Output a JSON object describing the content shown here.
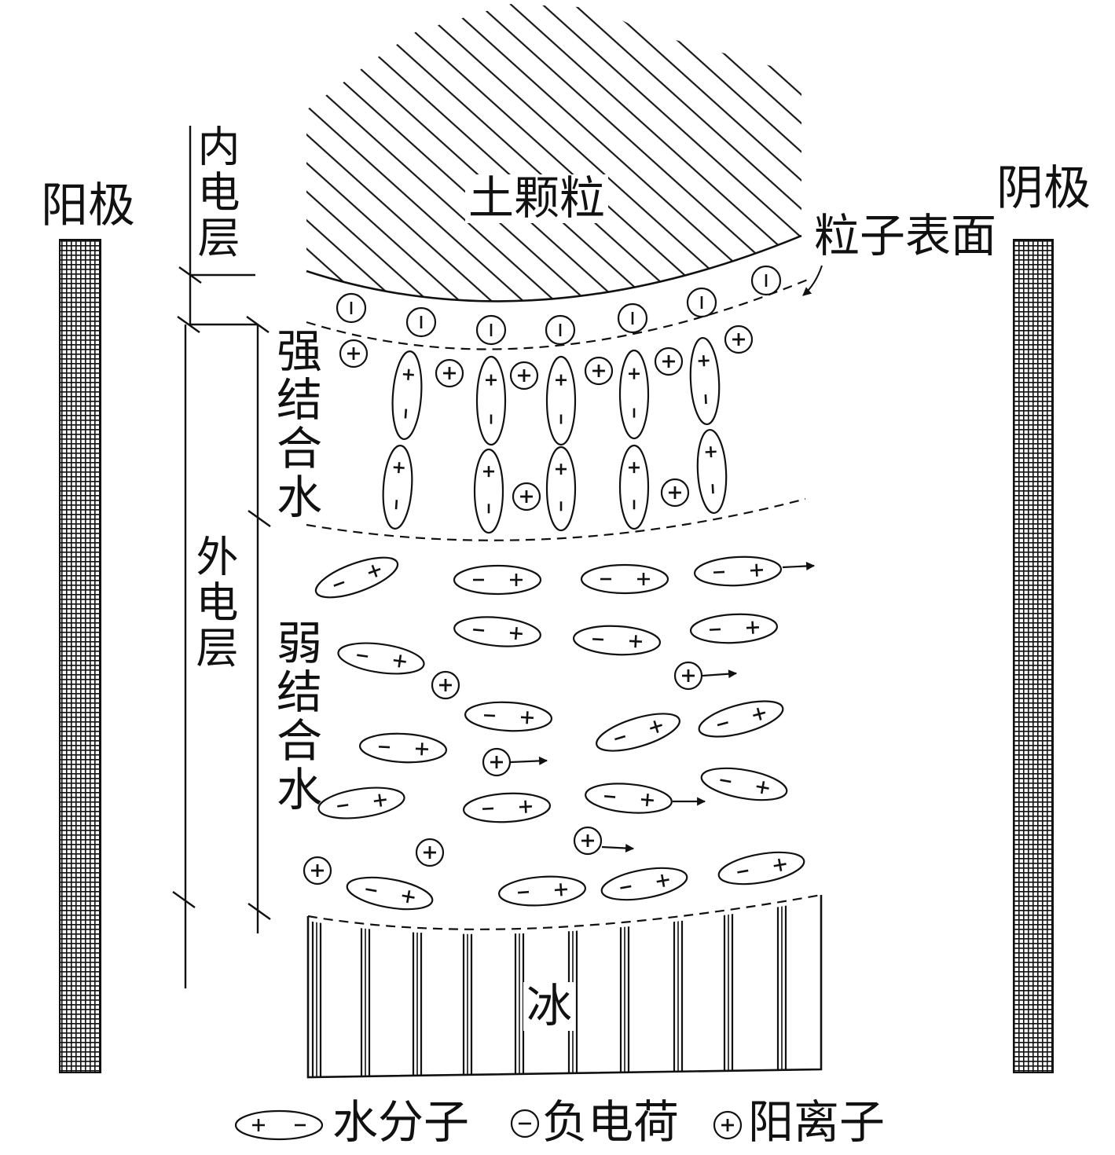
{
  "labels": {
    "anode": "阳极",
    "cathode": "阴极",
    "inner_layer": "内电层",
    "outer_layer": "外电层",
    "strong_bound_water": "强结合水",
    "weak_bound_water": "弱结合水",
    "soil_particle": "土颗粒",
    "particle_surface": "粒子表面",
    "ice": "冰"
  },
  "legend": [
    {
      "symbol": "water-molecule",
      "label": "水分子"
    },
    {
      "symbol": "negative-charge",
      "label": "负电荷"
    },
    {
      "symbol": "cation",
      "label": "阳离子"
    }
  ],
  "colors": {
    "ink": "#111111",
    "background": "#ffffff"
  }
}
